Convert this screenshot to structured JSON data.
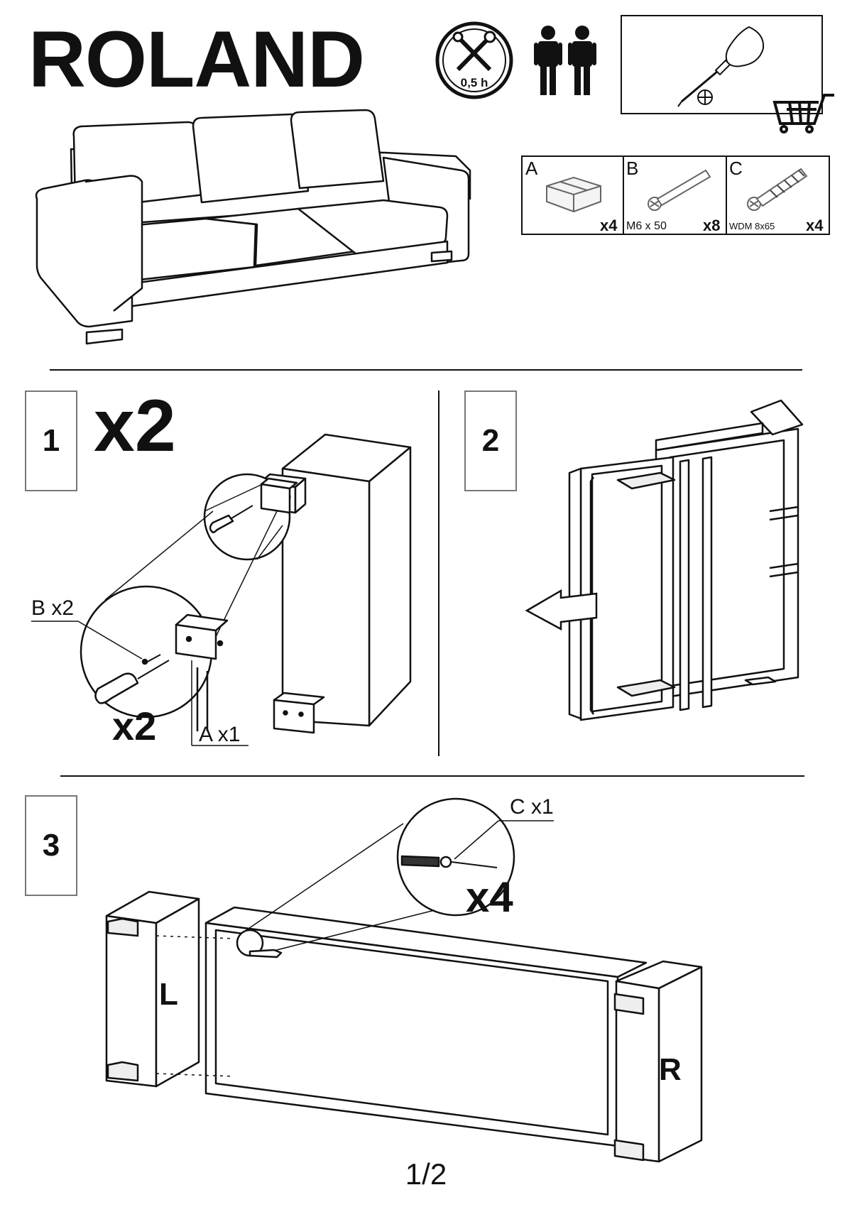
{
  "header": {
    "title": "ROLAND",
    "time": "0,5 h",
    "people_count": 2
  },
  "parts": [
    {
      "letter": "A",
      "spec": "",
      "qty": "x4"
    },
    {
      "letter": "B",
      "spec": "M6 x 50",
      "qty": "x8"
    },
    {
      "letter": "C",
      "spec": "WDM 8x65",
      "qty": "x4"
    }
  ],
  "steps": [
    {
      "number": "1",
      "multiplier": "x2",
      "callout_bolt": "B x2",
      "callout_block": "A x1",
      "detail_multiplier": "x2"
    },
    {
      "number": "2"
    },
    {
      "number": "3",
      "callout_screw": "C x1",
      "detail_multiplier": "x4",
      "left_label": "L",
      "right_label": "R"
    }
  ],
  "footer": {
    "page": "1/2"
  },
  "icons": [
    "tools-clock-icon",
    "two-people-icon",
    "screwdriver-icon",
    "phillips-icon",
    "shopping-cart-icon"
  ]
}
